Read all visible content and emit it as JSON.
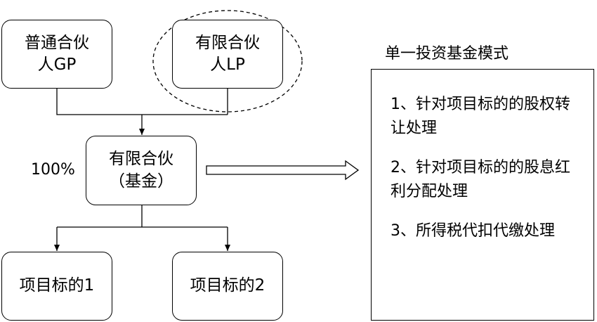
{
  "diagram": {
    "gp_box": {
      "line1": "普通合伙",
      "line2": "人GP"
    },
    "lp_box": {
      "line1": "有限合伙",
      "line2": "人LP"
    },
    "fund_box": {
      "line1": "有限合伙",
      "line2": "（基金）"
    },
    "ownership_label": "100%",
    "target_1": "项目标的1",
    "target_2": "项目标的2",
    "mode_title": "单一投资基金模式",
    "mode_items": [
      "1、针对项目标的的股权转让处理",
      "2、针对项目标的的股息红利分配处理",
      "3、所得税代扣代缴处理"
    ],
    "colors": {
      "line": "#000000",
      "background": "#ffffff"
    }
  }
}
